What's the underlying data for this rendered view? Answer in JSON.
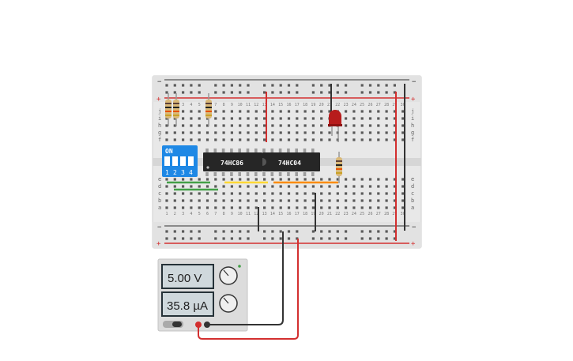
{
  "breadboard": {
    "rail_minus": "−",
    "rail_plus": "+",
    "rows_top": [
      "j",
      "i",
      "h",
      "g",
      "f"
    ],
    "rows_bottom": [
      "e",
      "d",
      "c",
      "b",
      "a"
    ],
    "column_count": 30
  },
  "chips": [
    {
      "label": "74HC86"
    },
    {
      "label": "74HC04"
    }
  ],
  "dip_switch": {
    "on_label": "ON",
    "numbers": [
      "1",
      "2",
      "3",
      "4"
    ]
  },
  "power_supply": {
    "voltage": "5.00 V",
    "current": "35.8 µA"
  },
  "colors": {
    "board": "#e7e7e7",
    "rail_red": "#d32f2f",
    "rail_dark": "#333333",
    "wire_red": "#d32f2f",
    "wire_black": "#333333",
    "dip_blue": "#1e88e5",
    "chip_body": "#262626",
    "led_red": "#b71c1c",
    "trace_green": "#43a047",
    "trace_yellow": "#fdd835",
    "trace_orange": "#fb8c00"
  }
}
